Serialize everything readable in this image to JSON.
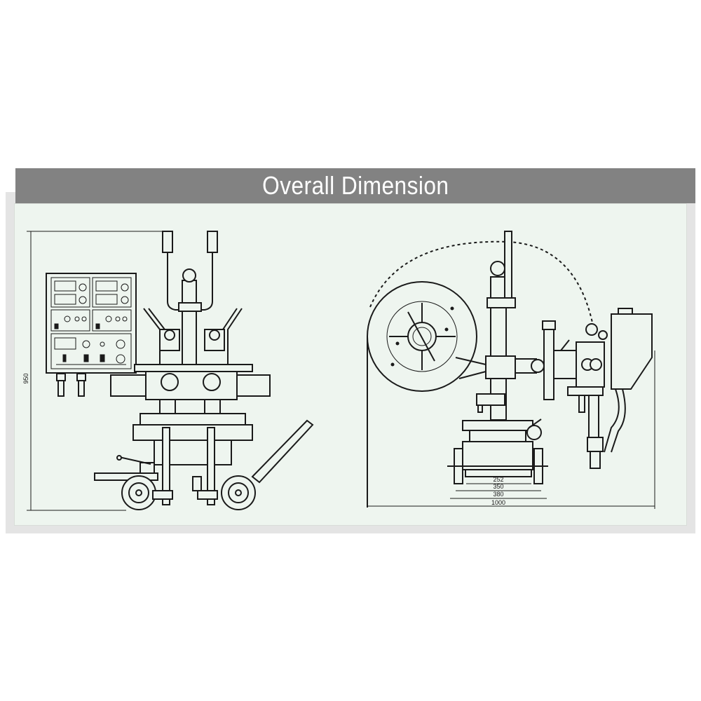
{
  "title": "Overall Dimension",
  "front_view": {
    "height_label": "950"
  },
  "side_view": {
    "dimensions": [
      "252",
      "350",
      "380",
      "1000"
    ]
  }
}
